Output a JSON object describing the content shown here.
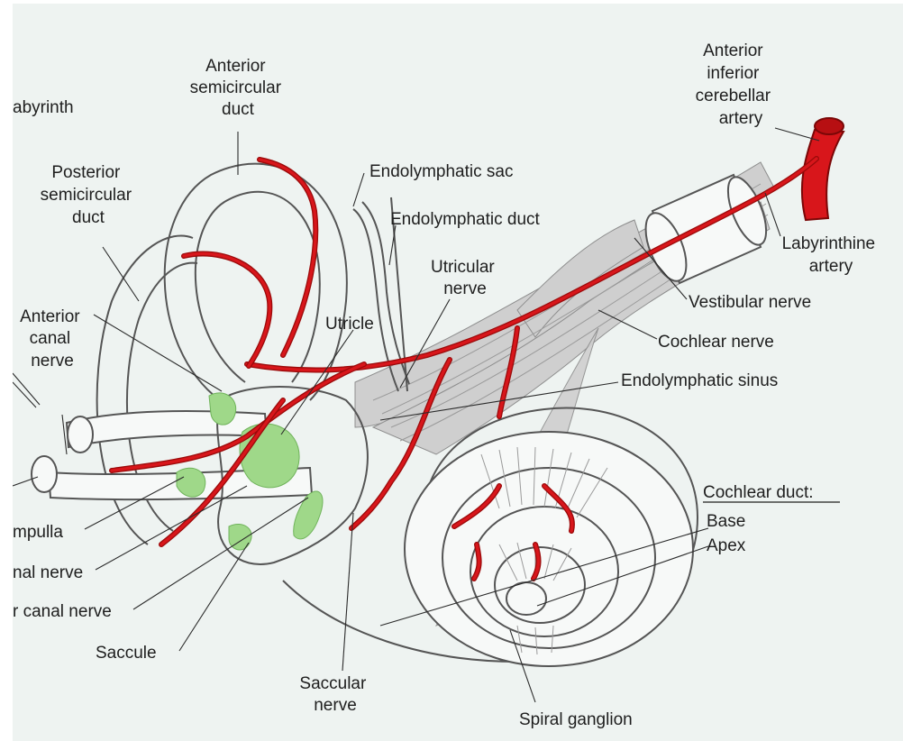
{
  "labels": {
    "labyrinth": "abyrinth",
    "anterior_semicircular_duct": [
      "Anterior",
      "semicircular",
      "duct"
    ],
    "posterior_semicircular_duct": [
      "Posterior",
      "semicircular",
      "duct"
    ],
    "anterior_canal_nerve": [
      "Anterior",
      "canal",
      "nerve"
    ],
    "ampulla": "mpulla",
    "canal_nerve": "nal nerve",
    "lateral_canal_nerve": "r canal nerve",
    "saccule": "Saccule",
    "utricle": "Utricle",
    "endolymphatic_sac": "Endolymphatic sac",
    "endolymphatic_duct": "Endolymphatic duct",
    "utricular_nerve": [
      "Utricular",
      "nerve"
    ],
    "anterior_inferior_cerebellar_artery": [
      "Anterior",
      "inferior",
      "cerebellar",
      "artery"
    ],
    "labyrinthine_artery": [
      "Labyrinthine",
      "artery"
    ],
    "vestibular_nerve": "Vestibular nerve",
    "cochlear_nerve": "Cochlear nerve",
    "endolymphatic_sinus": "Endolymphatic sinus",
    "cochlear_duct_heading": "Cochlear duct:",
    "base": "Base",
    "apex": "Apex",
    "saccular_nerve": [
      "Saccular",
      "nerve"
    ],
    "spiral_ganglion": "Spiral ganglion"
  },
  "colors": {
    "background": "#eef3f1",
    "artery": "#d8161b",
    "sensory_epithelium": "#9fd889",
    "nerve": "#cfcfcf"
  }
}
